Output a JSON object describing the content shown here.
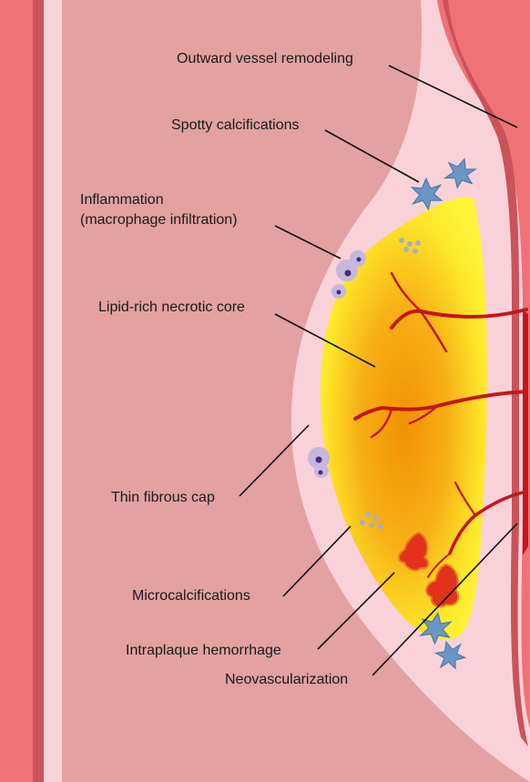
{
  "figure": {
    "labels": {
      "outward_remodeling": "Outward vessel remodeling",
      "spotty_calcifications": "Spotty calcifications",
      "inflammation_line1": "Inflammation",
      "inflammation_line2": "(macrophage infiltration)",
      "lipid_core": "Lipid-rich necrotic core",
      "thin_cap": "Thin fibrous cap",
      "microcalcifications": "Microcalcifications",
      "hemorrhage": "Intraplaque hemorrhage",
      "neovascularization": "Neovascularization"
    },
    "colors": {
      "vessel_wall": "#ef7276",
      "vessel_wall_dark": "#c95358",
      "lumen": "#e3a1a1",
      "intima": "#f8d2d8",
      "core_yellow": "#fff22a",
      "core_orange": "#f39200",
      "vessels": "#c4161c",
      "calcification": "#6b95c3",
      "macrophage": "#c6b7dd",
      "microcalc": "#a8b0bc"
    }
  }
}
